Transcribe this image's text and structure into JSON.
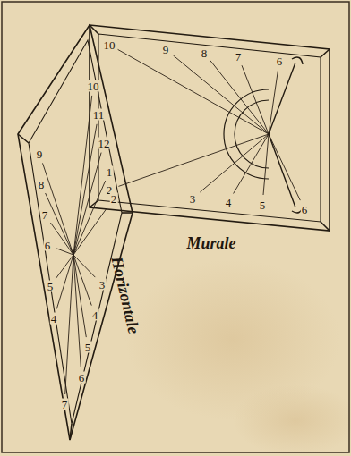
{
  "diagram": {
    "labels": [
      "10",
      "9",
      "8",
      "7",
      "6",
      "2",
      "3",
      "4",
      "5",
      "6",
      "Murale",
      "10",
      "11",
      "12",
      "1",
      "2",
      "9",
      "8",
      "7",
      "6",
      "5",
      "4",
      "3",
      "4",
      "5",
      "6",
      "7",
      "Horizontale"
    ]
  }
}
